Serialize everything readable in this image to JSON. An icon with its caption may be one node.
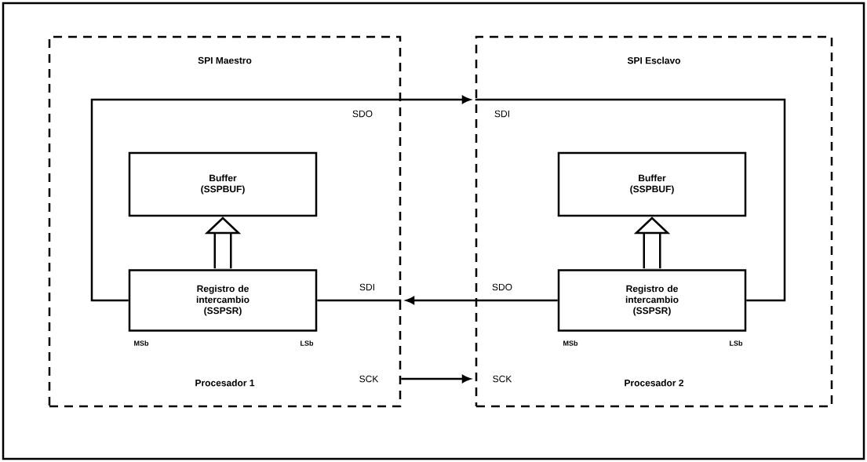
{
  "diagram": {
    "nodes": [
      {
        "text": [
          "SPI Maestro",
          "Procesador 1"
        ]
      },
      {
        "text": [
          "SPI Esclavo",
          "Procesador 2"
        ]
      },
      {
        "text": [
          "Buffer (SSPBUF)"
        ],
        "in": 0
      },
      {
        "text": [
          "Registro de intercambio (SSPSR)"
        ],
        "in": 0,
        "beside": [
          "MSb",
          "LSb"
        ]
      },
      {
        "text": [
          "Buffer (SSPBUF)"
        ],
        "in": 1
      },
      {
        "text": [
          "Registro de intercambio (SSPSR)"
        ],
        "in": 1,
        "beside": [
          "MSb",
          "LSb"
        ]
      }
    ],
    "edges": [
      {
        "from": 3,
        "to": 2,
        "arrow": "to",
        "style": "thick"
      },
      {
        "from": 5,
        "to": 4,
        "arrow": "to",
        "style": "thick"
      },
      {
        "from": 3,
        "to": 1,
        "arrow": "to"
      },
      {
        "from": 1,
        "to": 5,
        "arrow": "none"
      },
      {
        "from": 5,
        "to": 0,
        "arrow": "to"
      },
      {
        "from": 0,
        "to": 3,
        "arrow": "none"
      },
      {
        "from": 0,
        "to": 1,
        "arrow": "to"
      }
    ],
    "labels": [
      "SDO",
      "SDI",
      "SDI",
      "SDO",
      "SCK",
      "SCK"
    ]
  }
}
